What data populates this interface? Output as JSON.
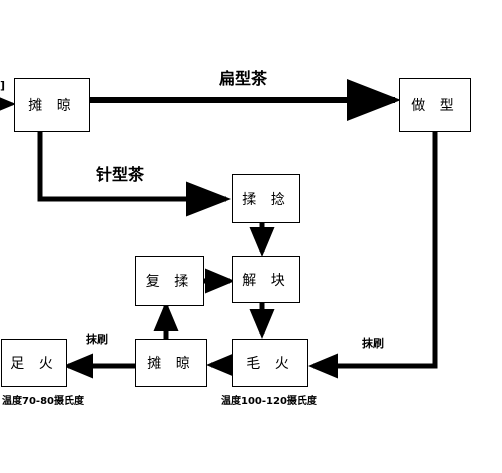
{
  "diagram": {
    "nodes": {
      "tanliang_1": "摊 晾",
      "zuoxing": "做 型",
      "rounian": "揉 捻",
      "fourou": "复 揉",
      "jiekuai": "解 块",
      "tanliang_2": "摊 晾",
      "zuhuo": "足 火",
      "maohuo": "毛 火"
    },
    "labels": {
      "bianxing": "扁型茶",
      "zhenxing": "针型茶",
      "shuashua_right": "抹刷",
      "shuashua_left": "抹刷",
      "temp_zuhuo": "温度70-80摄氏度",
      "temp_maohuo": "温度100-120摄氏度",
      "edge_fragment": "]"
    },
    "colors": {
      "line": "#000000",
      "background": "#ffffff"
    }
  }
}
